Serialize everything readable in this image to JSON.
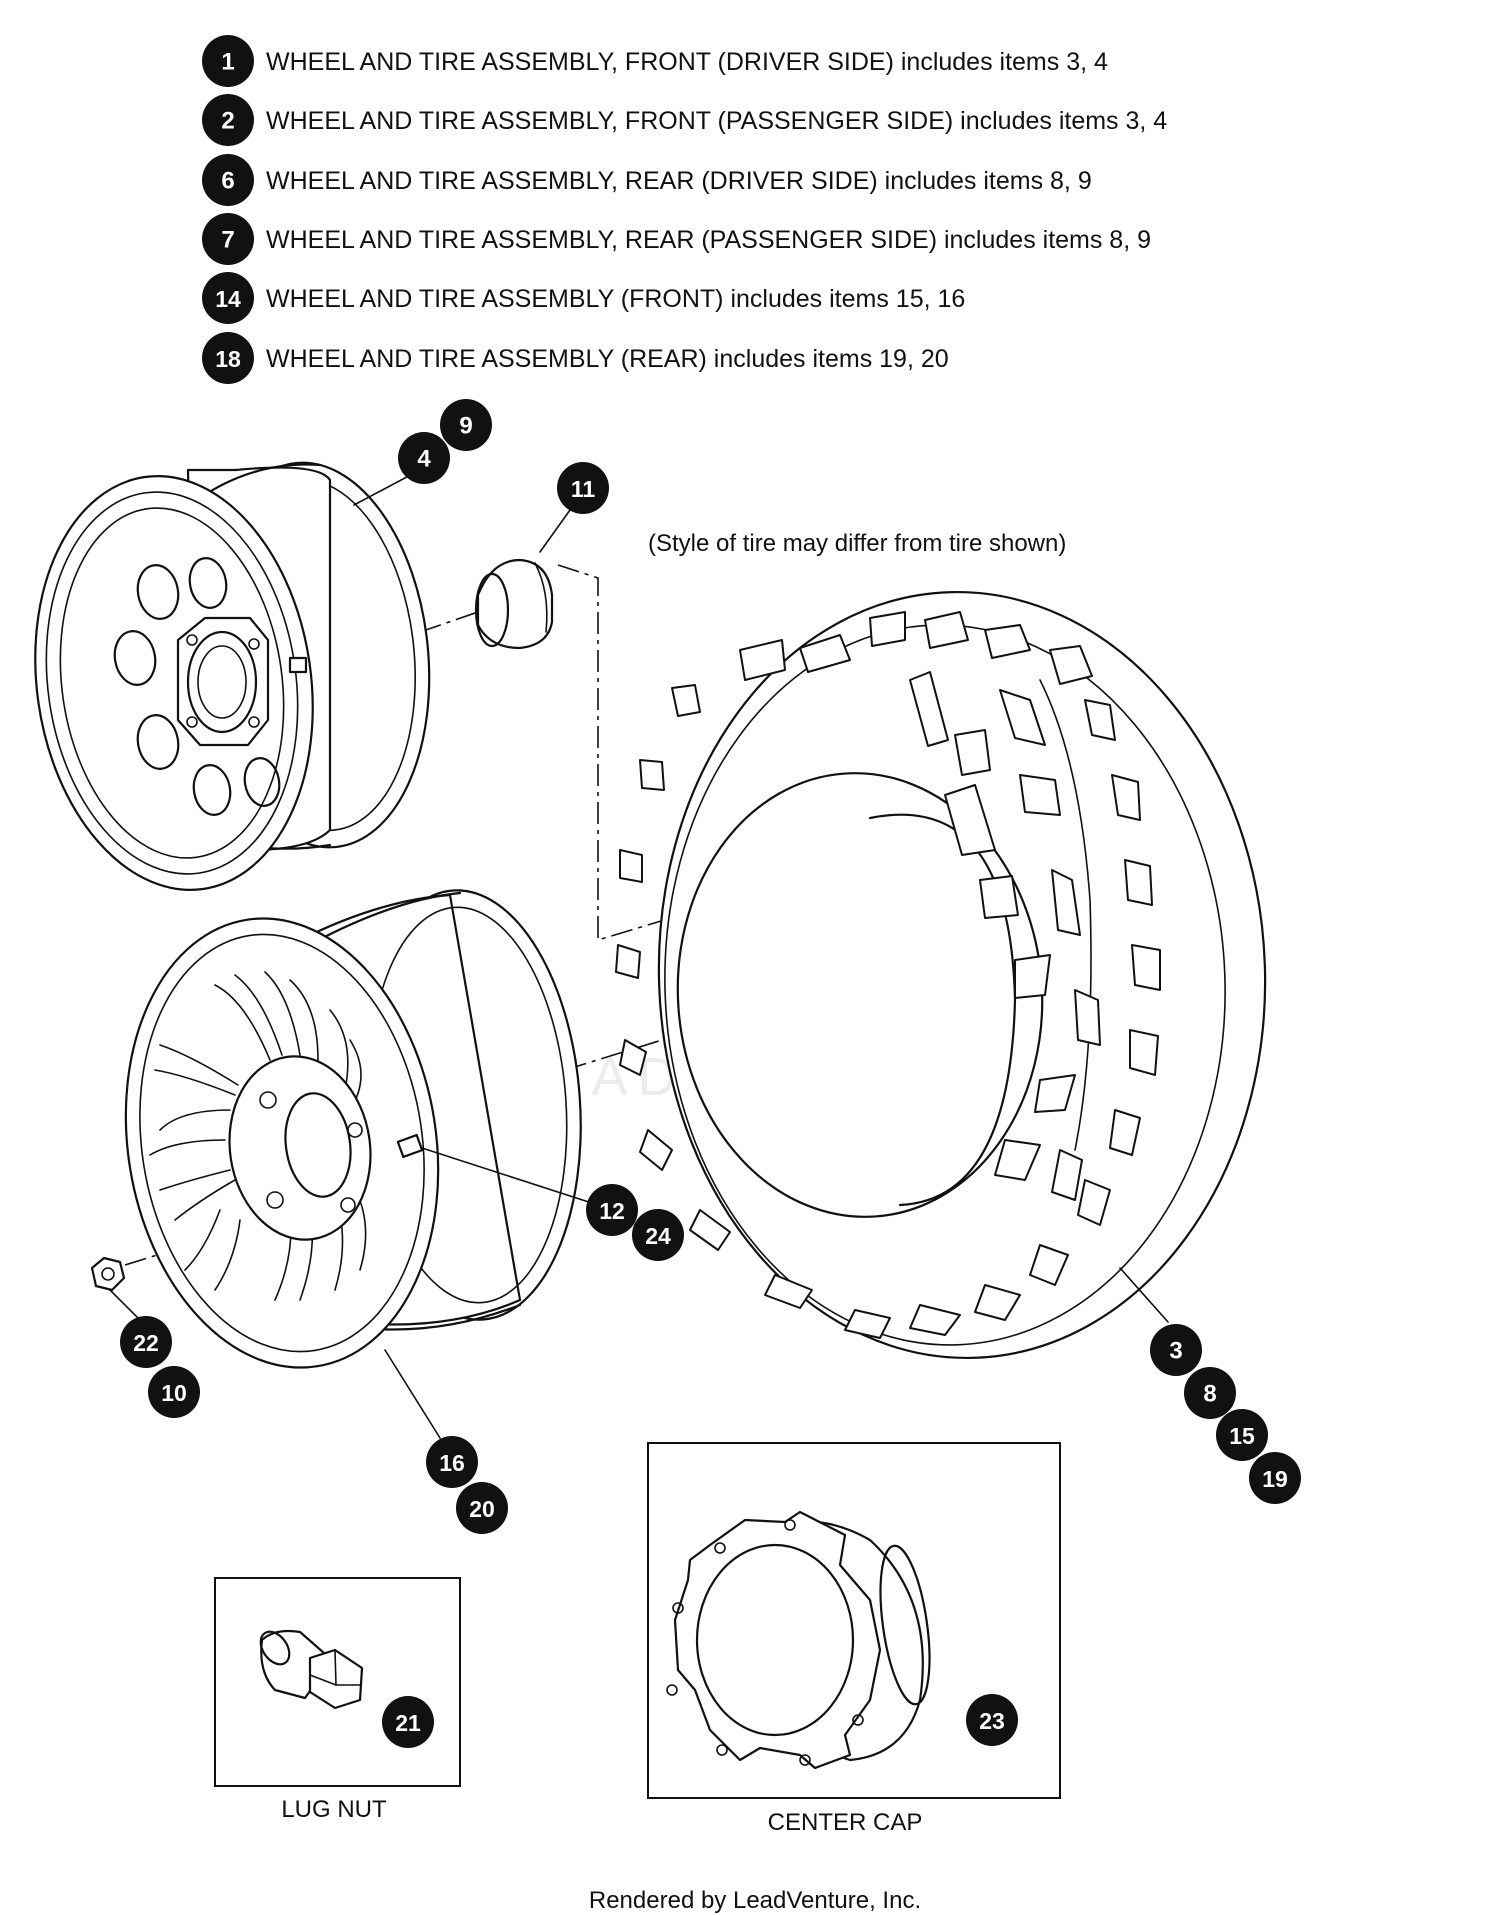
{
  "legend": [
    {
      "callout": "1",
      "text": "WHEEL AND TIRE ASSEMBLY, FRONT (DRIVER SIDE) includes items 3, 4"
    },
    {
      "callout": "2",
      "text": "WHEEL AND TIRE ASSEMBLY, FRONT (PASSENGER SIDE) includes items 3, 4"
    },
    {
      "callout": "6",
      "text": "WHEEL AND TIRE ASSEMBLY, REAR (DRIVER SIDE) includes items 8, 9"
    },
    {
      "callout": "7",
      "text": "WHEEL AND TIRE ASSEMBLY, REAR (PASSENGER SIDE) includes items 8, 9"
    },
    {
      "callout": "14",
      "text": "WHEEL AND TIRE ASSEMBLY (FRONT) includes items 15, 16"
    },
    {
      "callout": "18",
      "text": "WHEEL AND TIRE ASSEMBLY (REAR) includes items 19, 20"
    }
  ],
  "note": "(Style of tire may differ from tire shown)",
  "callouts": {
    "steel_wheel": [
      "4",
      "9"
    ],
    "center_cap_item": [
      "11"
    ],
    "valve_stem": [
      "12",
      "24"
    ],
    "lug_nut_item": [
      "22",
      "10"
    ],
    "alloy_wheel": [
      "16",
      "20"
    ],
    "tire": [
      "3",
      "8",
      "15",
      "19"
    ],
    "lug_nut_detail": [
      "21"
    ],
    "center_cap_detail": [
      "23"
    ]
  },
  "captions": {
    "lug_nut": "LUG NUT",
    "center_cap": "CENTER CAP"
  },
  "watermark": "LEADVENTURE",
  "footer": "Rendered by LeadVenture, Inc."
}
